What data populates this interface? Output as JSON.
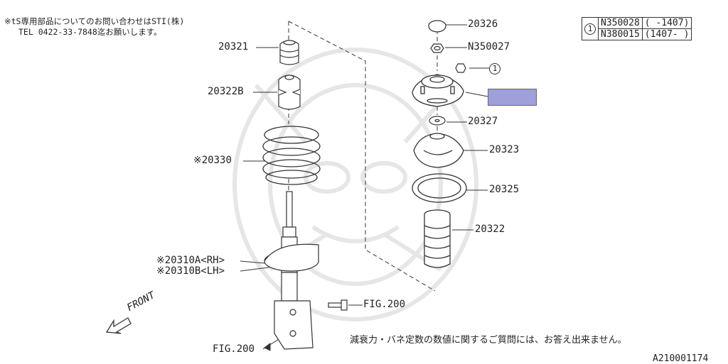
{
  "notes": {
    "sti_line1": "※tS専用部品についてのお問い合わせはSTI(株)",
    "sti_line2": "TEL 0422-33-7848迄お願いします。",
    "disclaimer": "減衰力・バネ定数の数値に関するご質問には、お答え出来ません。",
    "diagram_id": "A210001174"
  },
  "ref_table": {
    "ref_mark": "1",
    "rows": [
      {
        "part": "N350028",
        "range": "( -1407)"
      },
      {
        "part": "N380015",
        "range": "(1407- )"
      }
    ]
  },
  "labels": {
    "p20321": "20321",
    "p20322b": "20322B",
    "p20330": "※20330",
    "p20310a": "※20310A<RH>",
    "p20310b": "※20310B<LH>",
    "fig200_bottom": "FIG.200",
    "fig200_right": "FIG.200",
    "front": "FRONT",
    "p20326": "20326",
    "pn350027": "N350027",
    "ref1": "1",
    "p20327": "20327",
    "p20323": "20323",
    "p20325": "20325",
    "p20322": "20322"
  },
  "colors": {
    "highlight": "#9f9fdc",
    "line": "#333333",
    "watermark": "#e6e6e6"
  }
}
